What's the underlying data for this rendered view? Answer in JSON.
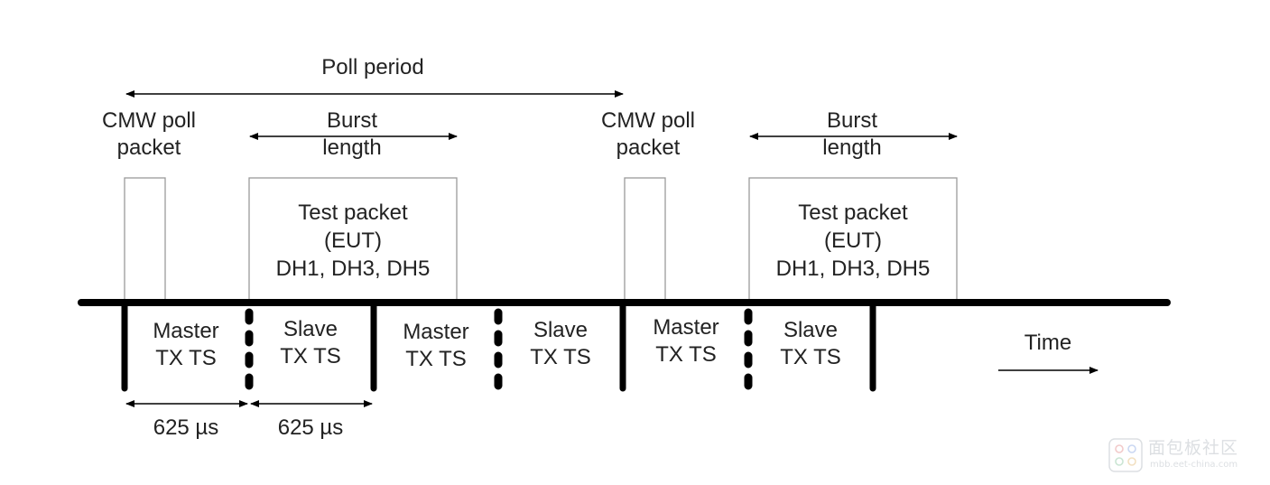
{
  "labels": {
    "poll_period": "Poll period",
    "cmw_poll_1": [
      "CMW poll",
      "packet"
    ],
    "cmw_poll_2": [
      "CMW poll",
      "packet"
    ],
    "burst_1": [
      "Burst",
      "length"
    ],
    "burst_2": [
      "Burst",
      "length"
    ],
    "test_packet_1": [
      "Test packet",
      "(EUT)",
      "DH1, DH3, DH5"
    ],
    "test_packet_2": [
      "Test packet",
      "(EUT)",
      "DH1, DH3, DH5"
    ],
    "slots": [
      [
        "Master",
        "TX TS"
      ],
      [
        "Slave",
        "TX TS"
      ],
      [
        "Master",
        "TX TS"
      ],
      [
        "Slave",
        "TX TS"
      ],
      [
        "Master",
        "TX TS"
      ],
      [
        "Slave",
        "TX TS"
      ]
    ],
    "duration_1": "625 µs",
    "duration_2": "625 µs",
    "time": "Time"
  },
  "watermark": {
    "name": "面包板社区",
    "url": "mbb.eet-china.com"
  },
  "colors": {
    "line": "#000000",
    "box_border": "#9a9a9a",
    "text": "#222222",
    "watermark": "#c0c6cc"
  }
}
